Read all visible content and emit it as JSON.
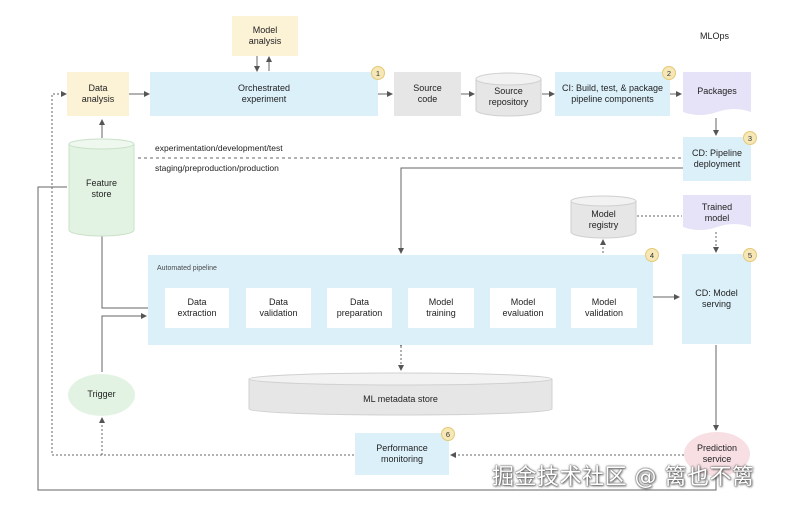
{
  "title": "MLOps",
  "nodes": {
    "model_analysis": "Model\nanalysis",
    "data_analysis": "Data\nanalysis",
    "orchestrated_experiment": "Orchestrated\nexperiment",
    "source_code": "Source\ncode",
    "source_repository": "Source\nrepository",
    "ci_build": "CI: Build, test, & package\npipeline components",
    "packages": "Packages",
    "cd_pipeline_deployment": "CD: Pipeline\ndeployment",
    "feature_store": "Feature\nstore",
    "model_registry": "Model\nregistry",
    "trained_model": "Trained\nmodel",
    "cd_model_serving": "CD: Model\nserving",
    "trigger": "Trigger",
    "ml_metadata_store": "ML metadata store",
    "performance_monitoring": "Performance\nmonitoring",
    "prediction_service": "Prediction\nservice"
  },
  "automated_pipeline": {
    "label": "Automated pipeline",
    "steps": [
      "Data\nextraction",
      "Data\nvalidation",
      "Data\npreparation",
      "Model\ntraining",
      "Model\nevaluation",
      "Model\nvalidation"
    ]
  },
  "environments": {
    "upper": "experimentation/development/test",
    "lower": "staging/preproduction/production"
  },
  "badges": [
    "1",
    "2",
    "3",
    "4",
    "5",
    "6"
  ],
  "watermark": "掘金技术社区 @ 篱也不篱",
  "colors": {
    "yellow": "#fcf2d6",
    "blue": "#dcf0fa",
    "gray": "#e6e6e6",
    "purple": "#e6e2f7",
    "green": "#e3f3e3",
    "pink": "#f7dfe3",
    "badge": "#f6e7b6"
  }
}
